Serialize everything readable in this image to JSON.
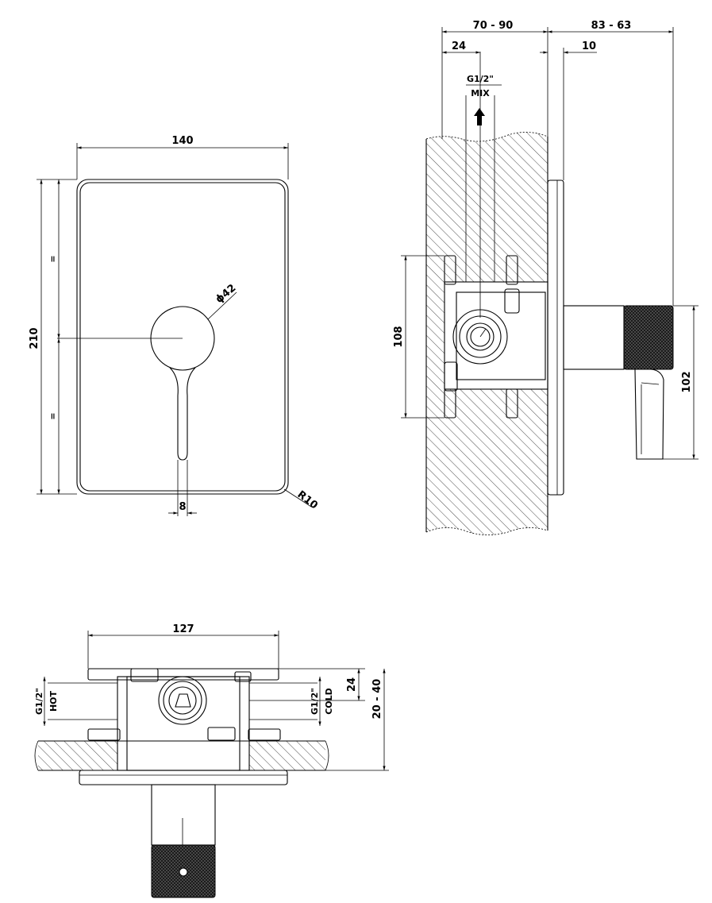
{
  "front_view": {
    "width_label": "140",
    "height_label": "210",
    "diameter_label": "ϕ42",
    "handle_width_label": "8",
    "radius_label": "R10",
    "equal_mark": "="
  },
  "side_view": {
    "depth_range_label": "70 - 90",
    "projection_range_label": "83 - 63",
    "offset_label": "24",
    "plate_label": "10",
    "outlet_thread_label": "G1/2\"",
    "outlet_mix_label": "MIX",
    "body_height_label": "108",
    "knob_height_label": "102"
  },
  "top_view": {
    "width_label": "127",
    "hot_thread_label": "G1/2\"",
    "hot_label": "HOT",
    "cold_thread_label": "G1/2\"",
    "cold_label": "COLD",
    "inlet_offset_label": "24",
    "depth_range_label": "20 - 40"
  }
}
